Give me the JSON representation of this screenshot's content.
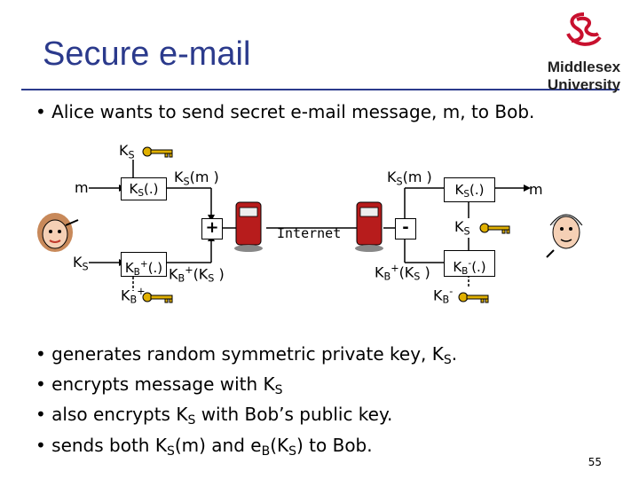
{
  "slide": {
    "title": "Secure e-mail",
    "logo": {
      "line1": "Middlesex",
      "line2": "University"
    },
    "intro": "• Alice wants to send secret e-mail message, m, to Bob.",
    "page_number": "55"
  },
  "diagram": {
    "ks_top": "K",
    "ks_top_sub": "S",
    "m_left": "m",
    "ks_left": "K",
    "ks_left_sub": "S",
    "box_ks_enc": {
      "k": "K",
      "sub": "S",
      "arg": "(.)"
    },
    "box_kb_enc": {
      "k": "K",
      "sub": "B",
      "sup": "+",
      "arg": "(.)"
    },
    "kb_plus": {
      "k": "K",
      "sub": "B",
      "sup": "+"
    },
    "ks_m_left": {
      "k": "K",
      "sub": "S",
      "arg": "(m )"
    },
    "kb_ks_left": {
      "k": "K",
      "sub": "B",
      "sup": "+",
      "arg": "(K",
      "arg_sub": "S",
      "close": " )"
    },
    "plus_op": "+",
    "internet": "Internet",
    "minus_op": "-",
    "ks_m_right": {
      "k": "K",
      "sub": "S",
      "arg": "(m )"
    },
    "box_ks_dec": {
      "k": "K",
      "sub": "S",
      "arg": "(.)"
    },
    "m_right": "m",
    "ks_right": {
      "k": "K",
      "sub": "S"
    },
    "kb_ks_right": {
      "k": "K",
      "sub": "B",
      "sup": "+",
      "arg": "(K",
      "arg_sub": "S",
      "close": " )"
    },
    "box_kb_dec": {
      "k": "K",
      "sub": "B",
      "sup": "-",
      "arg": "(.)"
    },
    "kb_minus": {
      "k": "K",
      "sub": "B",
      "sup": "-"
    }
  },
  "bullets": [
    {
      "pre": "• generates random symmetric private key, K",
      "sub": "S",
      "post": "."
    },
    {
      "pre": "• encrypts message with K",
      "sub": "S",
      "post": ""
    },
    {
      "pre": "• also encrypts K",
      "sub": "S",
      "post": " with Bob’s public key."
    },
    {
      "pre": "• sends both K",
      "sub": "S",
      "mid": "(m) and e",
      "sub2": "B",
      "mid2": "(K",
      "sub3": "S",
      "post": ") to Bob."
    }
  ],
  "colors": {
    "title": "#2b3a8c",
    "logo_red": "#c8102e",
    "router_red": "#b71c1c",
    "key_gold": "#e0b000"
  }
}
